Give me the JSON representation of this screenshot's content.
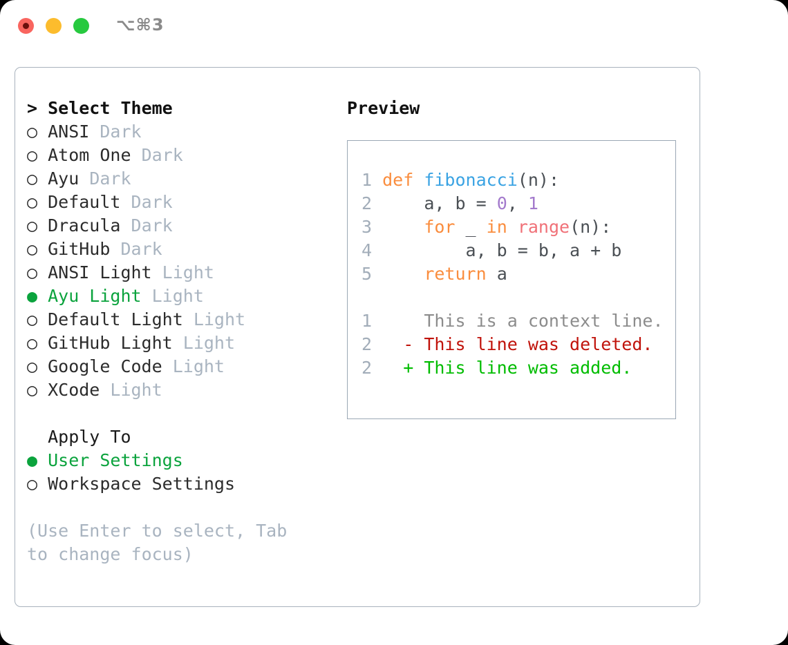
{
  "window": {
    "traffic_lights": [
      "close",
      "minimize",
      "maximize"
    ],
    "shortcut": "⌥⌘3"
  },
  "theme_section": {
    "header": "> Select Theme",
    "items": [
      {
        "marker": "○",
        "name": "ANSI",
        "tag": "Dark",
        "selected": false
      },
      {
        "marker": "○",
        "name": "Atom One",
        "tag": "Dark",
        "selected": false
      },
      {
        "marker": "○",
        "name": "Ayu",
        "tag": "Dark",
        "selected": false
      },
      {
        "marker": "○",
        "name": "Default",
        "tag": "Dark",
        "selected": false
      },
      {
        "marker": "○",
        "name": "Dracula",
        "tag": "Dark",
        "selected": false
      },
      {
        "marker": "○",
        "name": "GitHub",
        "tag": "Dark",
        "selected": false
      },
      {
        "marker": "○",
        "name": "ANSI Light",
        "tag": "Light",
        "selected": false
      },
      {
        "marker": "●",
        "name": "Ayu Light",
        "tag": "Light",
        "selected": true
      },
      {
        "marker": "○",
        "name": "Default Light",
        "tag": "Light",
        "selected": false
      },
      {
        "marker": "○",
        "name": "GitHub Light",
        "tag": "Light",
        "selected": false
      },
      {
        "marker": "○",
        "name": "Google Code",
        "tag": "Light",
        "selected": false
      },
      {
        "marker": "○",
        "name": "XCode",
        "tag": "Light",
        "selected": false
      }
    ]
  },
  "apply_section": {
    "header": "  Apply To",
    "items": [
      {
        "marker": "●",
        "name": "User Settings",
        "selected": true
      },
      {
        "marker": "○",
        "name": "Workspace Settings",
        "selected": false
      }
    ]
  },
  "hint": "(Use Enter to select, Tab to change focus)",
  "preview": {
    "title": "Preview",
    "code_lines": [
      {
        "no": "1",
        "tokens": [
          {
            "t": "def ",
            "c": "kw"
          },
          {
            "t": "fibonacci",
            "c": "fn"
          },
          {
            "t": "(n):",
            "c": "plain"
          }
        ]
      },
      {
        "no": "2",
        "tokens": [
          {
            "t": "    a, b = ",
            "c": "plain"
          },
          {
            "t": "0",
            "c": "num"
          },
          {
            "t": ", ",
            "c": "plain"
          },
          {
            "t": "1",
            "c": "num"
          }
        ]
      },
      {
        "no": "3",
        "tokens": [
          {
            "t": "    ",
            "c": "plain"
          },
          {
            "t": "for",
            "c": "kw"
          },
          {
            "t": " _ ",
            "c": "plain"
          },
          {
            "t": "in",
            "c": "kw"
          },
          {
            "t": " ",
            "c": "plain"
          },
          {
            "t": "range",
            "c": "call"
          },
          {
            "t": "(n):",
            "c": "plain"
          }
        ]
      },
      {
        "no": "4",
        "tokens": [
          {
            "t": "        a, b = b, a + b",
            "c": "plain"
          }
        ]
      },
      {
        "no": "5",
        "tokens": [
          {
            "t": "    ",
            "c": "plain"
          },
          {
            "t": "return",
            "c": "kw"
          },
          {
            "t": " a",
            "c": "plain"
          }
        ]
      }
    ],
    "diff_lines": [
      {
        "no": "1",
        "sign": " ",
        "text": " This is a context line.",
        "c": "ctx"
      },
      {
        "no": "2",
        "sign": "-",
        "text": " This line was deleted.",
        "c": "del"
      },
      {
        "no": "2",
        "sign": "+",
        "text": " This line was added.",
        "c": "add"
      }
    ]
  },
  "colors": {
    "accent_green": "#0ba33d",
    "muted": "#a9b4c0",
    "border": "#a8b2bd",
    "keyword": "#fa8d3e",
    "function": "#3aa3e3",
    "number": "#a37acc",
    "call": "#f07178",
    "deleted": "#c0130b",
    "added": "#00bc00"
  }
}
